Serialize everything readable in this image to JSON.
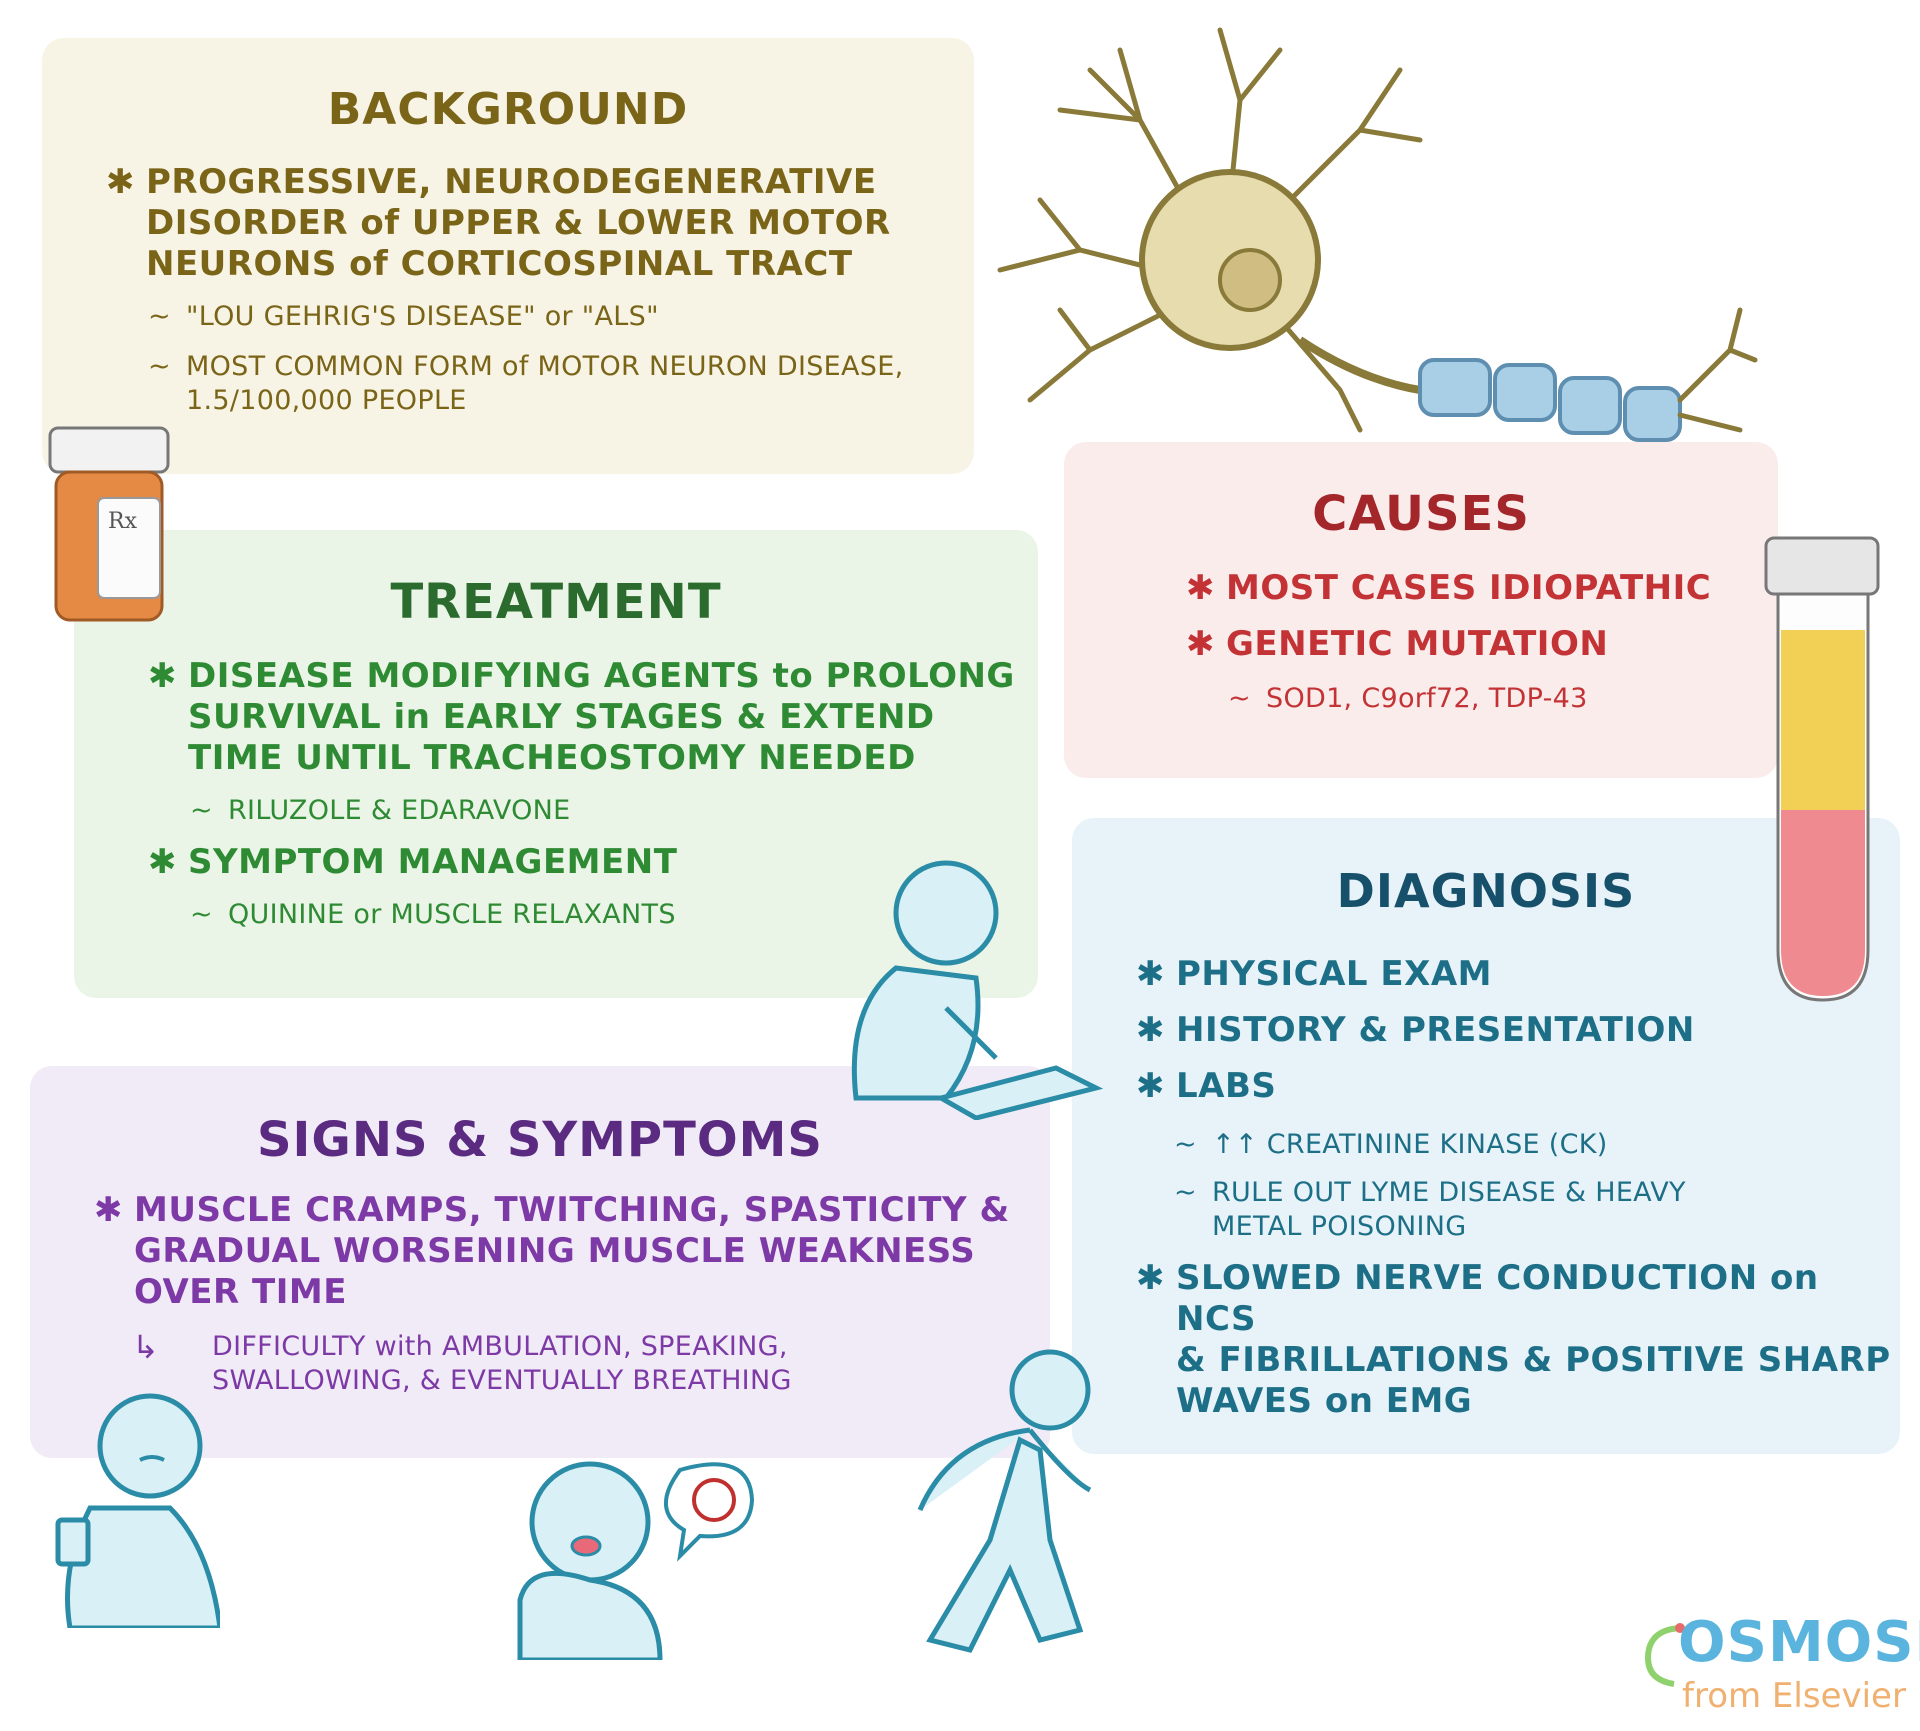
{
  "background": {
    "title": "BACKGROUND",
    "bullets": [
      "PROGRESSIVE, NEURODEGENERATIVE",
      "DISORDER of UPPER & LOWER MOTOR",
      "NEURONS of CORTICOSPINAL TRACT"
    ],
    "subs": [
      "\"LOU GEHRIG'S DISEASE\" or \"ALS\"",
      "MOST COMMON FORM of MOTOR NEURON DISEASE,",
      "1.5/100,000 PEOPLE"
    ]
  },
  "treatment": {
    "title": "TREATMENT",
    "bullet1": [
      "DISEASE MODIFYING AGENTS to PROLONG",
      "SURVIVAL in EARLY STAGES & EXTEND",
      "TIME UNTIL TRACHEOSTOMY NEEDED"
    ],
    "sub1": "RILUZOLE & EDARAVONE",
    "bullet2": "SYMPTOM MANAGEMENT",
    "sub2": "QUININE or MUSCLE RELAXANTS"
  },
  "signs": {
    "title": "SIGNS & SYMPTOMS",
    "bullet": [
      "MUSCLE CRAMPS, TWITCHING, SPASTICITY &",
      "GRADUAL WORSENING MUSCLE WEAKNESS",
      "OVER TIME"
    ],
    "sub": [
      "DIFFICULTY with AMBULATION, SPEAKING,",
      "SWALLOWING, & EVENTUALLY BREATHING"
    ]
  },
  "causes": {
    "title": "CAUSES",
    "bullet1": "MOST CASES IDIOPATHIC",
    "bullet2": "GENETIC MUTATION",
    "sub": "SOD1, C9orf72, TDP-43"
  },
  "diagnosis": {
    "title": "DIAGNOSIS",
    "bullet1": "PHYSICAL EXAM",
    "bullet2": "HISTORY & PRESENTATION",
    "bullet3": "LABS",
    "sub1": "↑↑ CREATININE KINASE (CK)",
    "sub2": [
      "RULE OUT LYME DISEASE & HEAVY",
      "METAL POISONING"
    ],
    "bullet4": [
      "SLOWED NERVE CONDUCTION on NCS",
      "& FIBRILLATIONS & POSITIVE SHARP",
      "WAVES on EMG"
    ]
  },
  "icons": {
    "bullet": "✱",
    "tilde": "~",
    "arrow": "↳",
    "rx_label": "Rx"
  },
  "logo": {
    "name": "OSMOSIS",
    "tagline": "from Elsevier"
  },
  "colors": {
    "background_panel": "#f8f4e5",
    "treatment_panel": "#eaf5e7",
    "signs_panel": "#f0ebf6",
    "causes_panel": "#fbecec",
    "diagnosis_panel": "#e8f3f9",
    "figure_outline": "#2a8ca6",
    "figure_fill": "#d9f0f6"
  }
}
